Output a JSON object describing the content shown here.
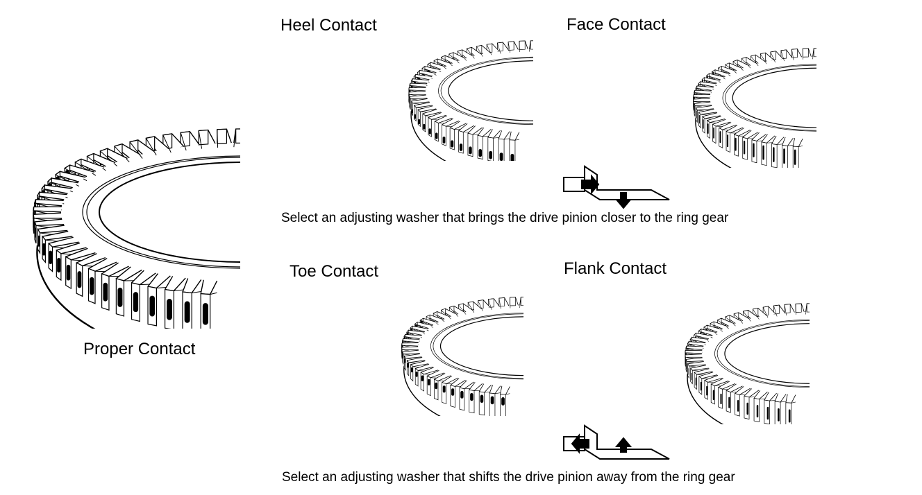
{
  "labels": {
    "heel": "Heel Contact",
    "face": "Face Contact",
    "toe": "Toe Contact",
    "flank": "Flank Contact",
    "proper": "Proper Contact"
  },
  "captions": {
    "closer": "Select an adjusting washer that brings the drive pinion closer to the ring gear",
    "away": "Select an adjusting washer that shifts the drive pinion away from the ring gear"
  },
  "gears": [
    {
      "id": "proper",
      "contact": "center"
    },
    {
      "id": "heel",
      "contact": "heel"
    },
    {
      "id": "face",
      "contact": "face"
    },
    {
      "id": "toe",
      "contact": "toe"
    },
    {
      "id": "flank",
      "contact": "flank"
    }
  ],
  "arrows": [
    {
      "id": "closer",
      "pinion_direction": "right",
      "gear_direction": "down"
    },
    {
      "id": "away",
      "pinion_direction": "left",
      "gear_direction": "up"
    }
  ]
}
